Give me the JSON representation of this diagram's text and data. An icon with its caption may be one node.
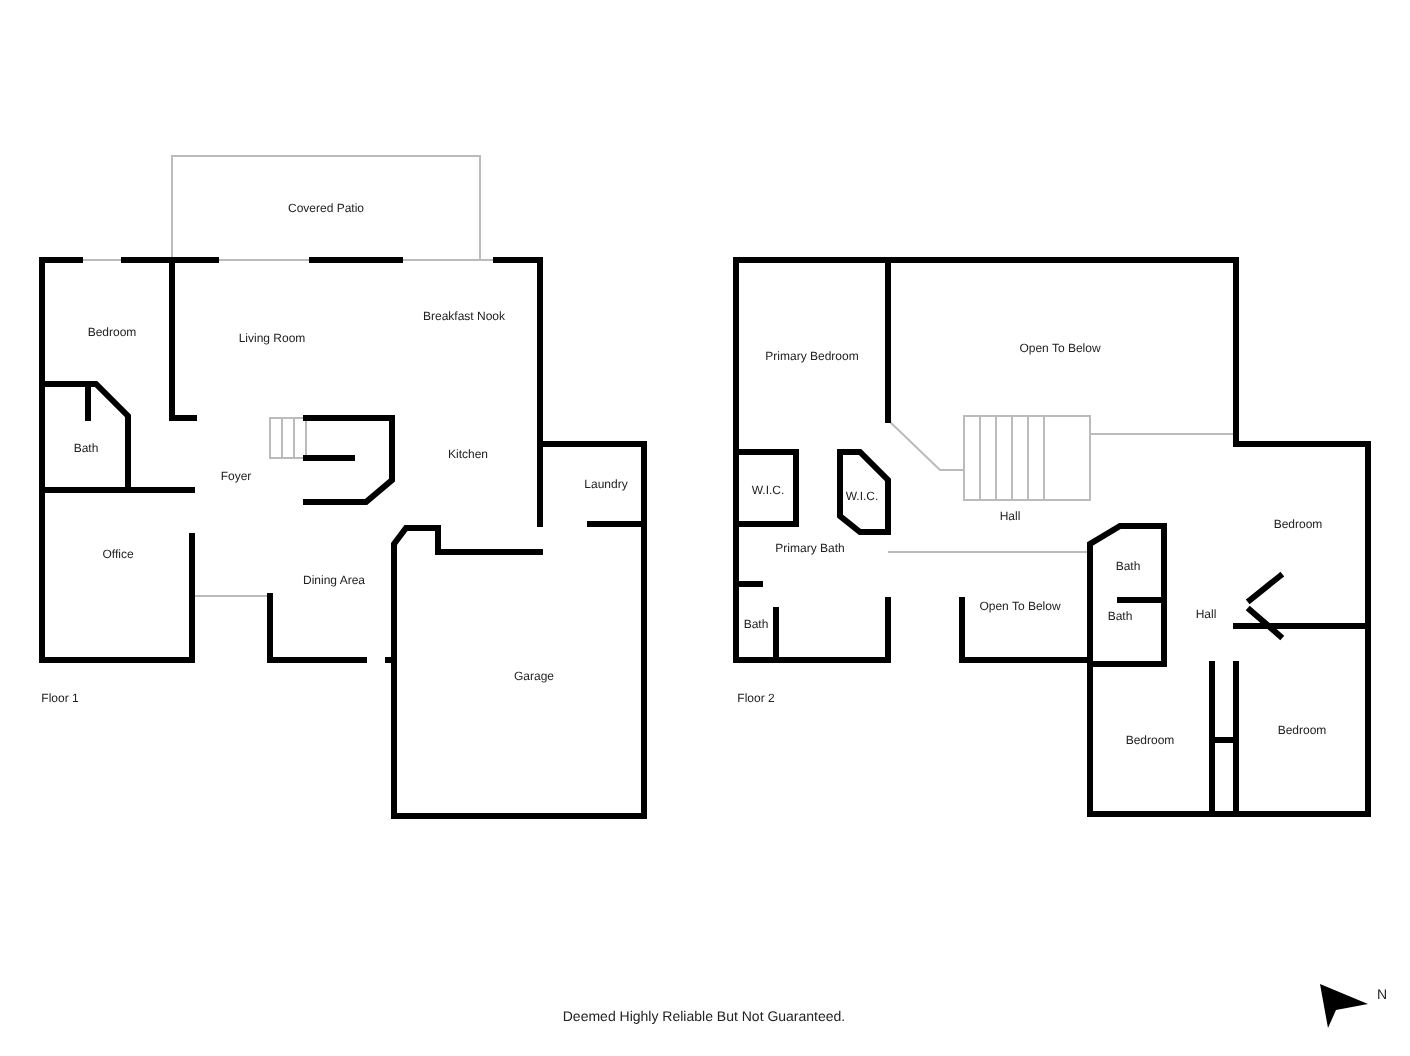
{
  "diagram": {
    "labels": [
      "Covered Patio",
      "Bedroom",
      "Living Room",
      "Breakfast Nook",
      "Bath",
      "Foyer",
      "Kitchen",
      "Laundry",
      "Office",
      "Dining Area",
      "Garage",
      "Floor 1",
      "Primary Bedroom",
      "Open To Below",
      "W.I.C.",
      "W.I.C.",
      "Bedroom",
      "Hall",
      "Primary Bath",
      "Bath",
      "Hall",
      "Bath",
      "Bath",
      "Open To Below",
      "Bedroom",
      "Bedroom",
      "Floor 2",
      "Deemed Highly Reliable But Not Guaranteed.",
      "N"
    ]
  }
}
